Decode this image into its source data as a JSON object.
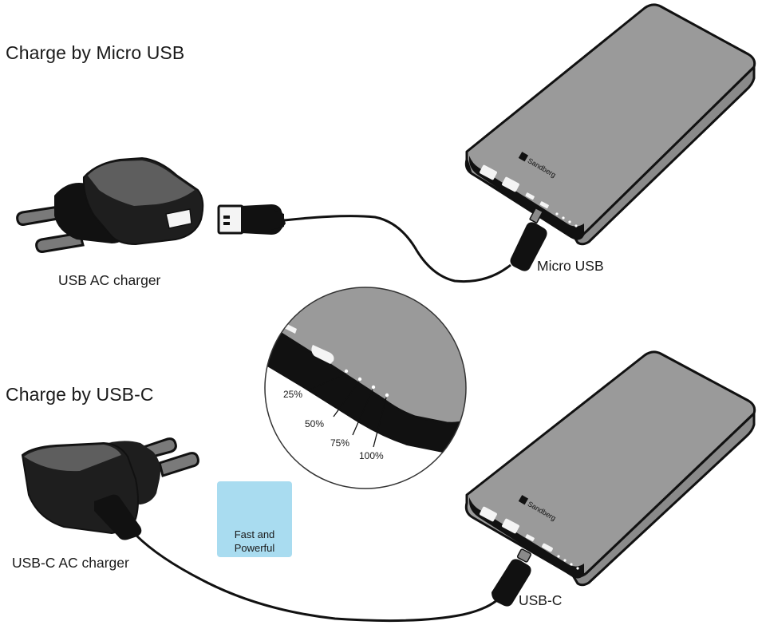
{
  "sections": [
    {
      "title": "Charge by Micro USB",
      "charger_label": "USB AC charger",
      "port_label": "Micro USB"
    },
    {
      "title": "Charge by USB-C",
      "charger_label": "USB-C AC charger",
      "port_label": "USB-C"
    }
  ],
  "powerbank_brand": "Sandberg",
  "led_indicator": {
    "levels": [
      "25%",
      "50%",
      "75%",
      "100%"
    ]
  },
  "badge": {
    "line1": "Fast and",
    "line2": "Powerful",
    "icon": "fast-charge-battery-icon"
  },
  "colors": {
    "powerbank_body": "#9a9a9a",
    "powerbank_outline": "#111111",
    "charger_dark": "#2a2a2a",
    "charger_light": "#606060",
    "badge_bg": "#a9dcf0",
    "cable": "#111111"
  }
}
